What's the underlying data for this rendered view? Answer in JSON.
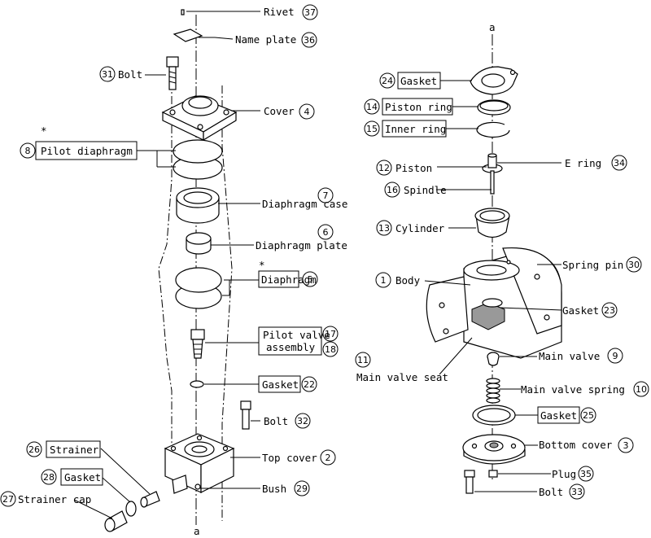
{
  "axis_marker": "a",
  "star": "*",
  "callouts": [
    {
      "id": "rivet",
      "num": "37",
      "text": "Rivet",
      "boxed": false
    },
    {
      "id": "name-plate",
      "num": "36",
      "text": "Name plate",
      "boxed": false
    },
    {
      "id": "bolt-31",
      "num": "31",
      "text": "Bolt",
      "boxed": false
    },
    {
      "id": "cover",
      "num": "4",
      "text": "Cover",
      "boxed": false
    },
    {
      "id": "pilot-diaphragm",
      "num": "8",
      "text": "Pilot diaphragm",
      "boxed": true
    },
    {
      "id": "diaphragm-case",
      "num": "7",
      "text": "Diaphragm case",
      "boxed": false
    },
    {
      "id": "diaphragm-plate",
      "num": "6",
      "text": "Diaphragm plate",
      "boxed": false
    },
    {
      "id": "diaphragm",
      "num": "5",
      "text": "Diaphragm",
      "boxed": true
    },
    {
      "id": "pilot-valve-assembly",
      "num": "17",
      "num2": "18",
      "text": "Pilot valve",
      "text2": "assembly",
      "boxed": true
    },
    {
      "id": "gasket-22",
      "num": "22",
      "text": "Gasket",
      "boxed": true
    },
    {
      "id": "bolt-32",
      "num": "32",
      "text": "Bolt",
      "boxed": false
    },
    {
      "id": "strainer",
      "num": "26",
      "text": "Strainer",
      "boxed": true
    },
    {
      "id": "top-cover",
      "num": "2",
      "text": "Top cover",
      "boxed": false
    },
    {
      "id": "gasket-28",
      "num": "28",
      "text": "Gasket",
      "boxed": true
    },
    {
      "id": "strainer-cap",
      "num": "27",
      "text": "Strainer cap",
      "boxed": false
    },
    {
      "id": "bush",
      "num": "29",
      "text": "Bush",
      "boxed": false
    },
    {
      "id": "gasket-24",
      "num": "24",
      "text": "Gasket",
      "boxed": true
    },
    {
      "id": "piston-ring",
      "num": "14",
      "text": "Piston ring",
      "boxed": true
    },
    {
      "id": "inner-ring",
      "num": "15",
      "text": "Inner ring",
      "boxed": true
    },
    {
      "id": "piston",
      "num": "12",
      "text": "Piston",
      "boxed": false
    },
    {
      "id": "e-ring",
      "num": "34",
      "text": "E ring",
      "boxed": false
    },
    {
      "id": "spindle",
      "num": "16",
      "text": "Spindle",
      "boxed": false
    },
    {
      "id": "cylinder",
      "num": "13",
      "text": "Cylinder",
      "boxed": false
    },
    {
      "id": "spring-pin",
      "num": "30",
      "text": "Spring pin",
      "boxed": false
    },
    {
      "id": "body",
      "num": "1",
      "text": "Body",
      "boxed": false
    },
    {
      "id": "gasket-23",
      "num": "23",
      "text": "Gasket",
      "boxed": false
    },
    {
      "id": "main-valve",
      "num": "9",
      "text": "Main valve",
      "boxed": false
    },
    {
      "id": "main-valve-seat",
      "num": "11",
      "text": "Main valve seat",
      "boxed": false
    },
    {
      "id": "main-valve-spring",
      "num": "10",
      "text": "Main valve spring",
      "boxed": false
    },
    {
      "id": "gasket-25",
      "num": "25",
      "text": "Gasket",
      "boxed": true
    },
    {
      "id": "bottom-cover",
      "num": "3",
      "text": "Bottom cover",
      "boxed": false
    },
    {
      "id": "plug",
      "num": "35",
      "text": "Plug",
      "boxed": false
    },
    {
      "id": "bolt-33",
      "num": "33",
      "text": "Bolt",
      "boxed": false
    }
  ]
}
